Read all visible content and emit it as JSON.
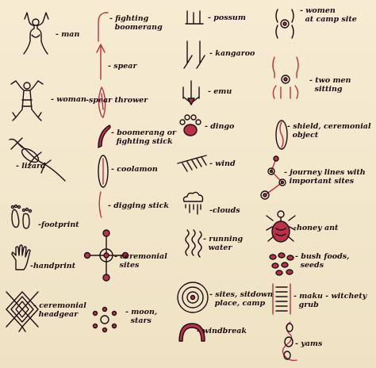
{
  "labels": {
    "man": "- man",
    "woman": "- woman",
    "lizard": "- lizard",
    "footprint": "-footprint",
    "handprint": "-handprint",
    "ceremonial_headgear": "- ceremonial\n  headgear",
    "fighting_boomerang": "- fighting\n  boomerang",
    "spear": "- spear",
    "spear_thrower": "-spear thrower",
    "boomerang_or_fighting_stick": "- boomerang or\n  fighting stick",
    "coolamon": "- coolamon",
    "digging_stick": "- digging stick",
    "ceremonial_sites": "- ceremonial\n  sites",
    "moon_stars": "- moon,\n  stars",
    "possum": "- possum",
    "kangaroo": "- kangaroo",
    "emu": "- emu",
    "dingo": "- dingo",
    "wind": "- wind",
    "clouds": "-clouds",
    "running_water": "- running\n  water",
    "sites_sitdown": "- sites, sitdown\n  place, camp",
    "windbreak": "- windbreak",
    "women_at_camp_site": "- women\n  at camp site",
    "two_men_sitting": "- two men\n  sitting",
    "shield": "- shield, ceremonial\n  object",
    "journey_lines": "- journey lines with\n  important sites",
    "honey_ant": "-honey ant",
    "bush_foods": "- bush foods,\n  seeds",
    "maku": "- maku - witchety\n  grub",
    "yams": "- yams"
  }
}
